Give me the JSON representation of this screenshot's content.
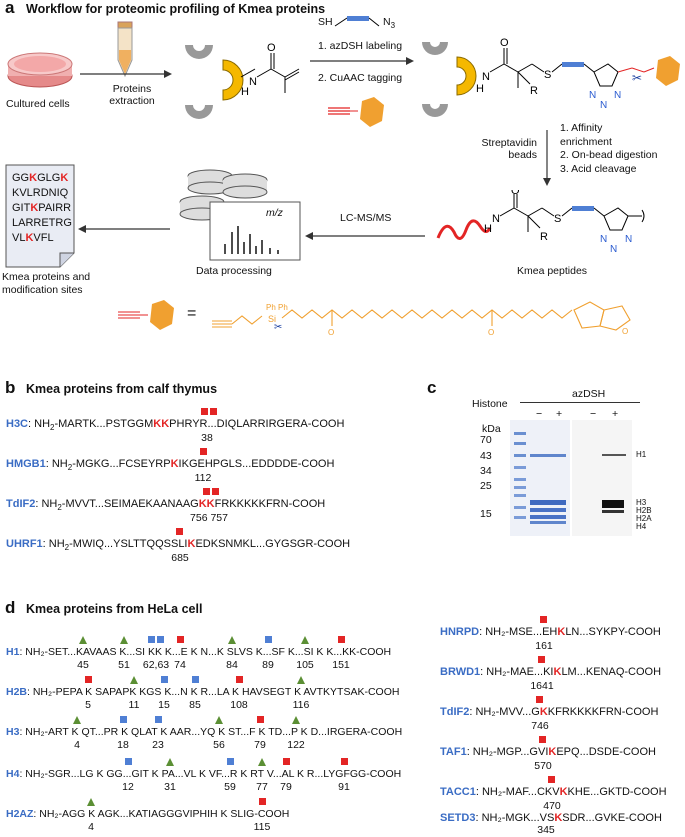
{
  "panel_a": {
    "letter": "a",
    "title": "Workflow for proteomic profiling of Kmea proteins",
    "cultured_cells": "Cultured cells",
    "proteins_extraction_1": "Proteins",
    "proteins_extraction_2": "extraction",
    "reagent_sh": "SH",
    "reagent_n3": "N",
    "reagent_n3_sub": "3",
    "step1": "1. azDSH labeling",
    "step2": "2. CuAAC tagging",
    "streptavidin_1": "Streptavidin",
    "streptavidin_2": "beads",
    "enrich_1": "1. Affinity",
    "enrich_2": "enrichment",
    "enrich_3": "2. On-bead digestion",
    "enrich_4": "3. Acid cleavage",
    "lcms": "LC-MS/MS",
    "mz": "m/z",
    "data_processing": "Data processing",
    "kmea_peptides": "Kmea peptides",
    "result_1": "Kmea proteins and",
    "result_2": "modification sites",
    "doc_lines": [
      {
        "a": "GG",
        "b": "K",
        "c": "GLG",
        "d": "K"
      },
      {
        "a": "KVLRDNIQ",
        "b": "",
        "c": "",
        "d": ""
      },
      {
        "a": "GIT",
        "b": "K",
        "c": "PAIRR",
        "d": ""
      },
      {
        "a": "LARRETRG",
        "b": "",
        "c": "",
        "d": ""
      },
      {
        "a": "VL",
        "b": "K",
        "c": "VFL",
        "d": ""
      }
    ],
    "equals": "="
  },
  "panel_b": {
    "letter": "b",
    "title": "Kmea proteins from calf thymus",
    "rows": [
      {
        "name": "H3C",
        "pre": ": NH",
        "sub": "2",
        "mid": "-MARTK...PSTGGM",
        "k": "KK",
        "post": "PHRYR...DIQLARRIRGERA-COOH",
        "num": "38"
      },
      {
        "name": "HMGB1",
        "pre": ": NH",
        "sub": "2",
        "mid": "-MGKG...FCSEYRP",
        "k": "K",
        "post": "IKGEHPGLS...EDDDDE-COOH",
        "num": "112"
      },
      {
        "name": "TdIF2",
        "pre": ": NH",
        "sub": "2",
        "mid": "-MVVT...SEIMAEKAANAAG",
        "k": "KK",
        "post": "FRKKKKKFRN-COOH",
        "num": "756 757"
      },
      {
        "name": "UHRF1",
        "pre": ": NH",
        "sub": "2",
        "mid": "-MWIQ...YSLTTQQSSLI",
        "k": "K",
        "post": "EDKSNMKL...GYGSGR-COOH",
        "num": "685"
      }
    ]
  },
  "panel_c": {
    "letter": "c",
    "histone": "Histone",
    "reagent": "azDSH",
    "signs": [
      "−",
      "+",
      "−",
      "+"
    ],
    "kda": "kDa",
    "markers": [
      "70",
      "43",
      "34",
      "25",
      "15"
    ],
    "bands": [
      "H1",
      "H3",
      "H2B",
      "H2A",
      "H4"
    ]
  },
  "panel_d": {
    "letter": "d",
    "title": "Kmea proteins from HeLa cell",
    "left_rows": [
      {
        "name": "H1",
        "text": ": NH₂-SET...KAVAAS K...SI KK K...E K N...K SLVS K...SF K...SI K K...KK-COOH",
        "nums": [
          "45",
          "51",
          "62,63",
          "74",
          "84",
          "89",
          "105",
          "151"
        ]
      },
      {
        "name": "H2B",
        "text": ": NH₂-PEPA K SAPAPK KGS K...N K R...LA K HAVSEGT K AVTKYTSAK-COOH",
        "nums": [
          "5",
          "11",
          "15",
          "85",
          "108",
          "116"
        ]
      },
      {
        "name": "H3",
        "text": ": NH₂-ART K QT...PR K QLAT K AAR...YQ K ST...F K TD...P K D...IRGERA-COOH",
        "nums": [
          "4",
          "18",
          "23",
          "56",
          "79",
          "122"
        ]
      },
      {
        "name": "H4",
        "text": ": NH₂-SGR...LG K GG...GIT K PA...VL K VF...R K RT V...AL K R...LYGFGG-COOH",
        "nums": [
          "12",
          "31",
          "59",
          "77",
          "79",
          "91"
        ]
      },
      {
        "name": "H2AZ",
        "text": ": NH₂-AGG K AGK...KATIAGGGVIPHIH K SLIG-COOH",
        "nums": [
          "4",
          "115"
        ]
      }
    ],
    "right_rows": [
      {
        "name": "HNRPD",
        "pre": ": NH₂-MSE...EH",
        "k": "K",
        "post": "LN...SYKPY-COOH",
        "num": "161"
      },
      {
        "name": "BRWD1",
        "pre": ": NH₂-MAE...KI",
        "k": "K",
        "post": "LM...KENAQ-COOH",
        "num": "1641"
      },
      {
        "name": "TdIF2",
        "pre": ": NH₂-MVV...G",
        "k": "K",
        "post": "KFRKKKKFRN-COOH",
        "num": "746"
      },
      {
        "name": "TAF1",
        "pre": ": NH₂-MGP...GVI",
        "k": "K",
        "post": "EPQ...DSDE-COOH",
        "num": "570"
      },
      {
        "name": "TACC1",
        "pre": ": NH₂-MAF...CKV",
        "k": "K",
        "post": "KHE...GKTD-COOH",
        "num": "470"
      },
      {
        "name": "SETD3",
        "pre": ": NH₂-MGK...VS",
        "k": "K",
        "post": "SDR...GVKE-COOH",
        "num": "345"
      }
    ]
  },
  "colors": {
    "red": "#e32525",
    "blue": "#3a6cc4",
    "green": "#4f8a2f",
    "orange": "#f0a030",
    "yellow": "#f5b800"
  }
}
